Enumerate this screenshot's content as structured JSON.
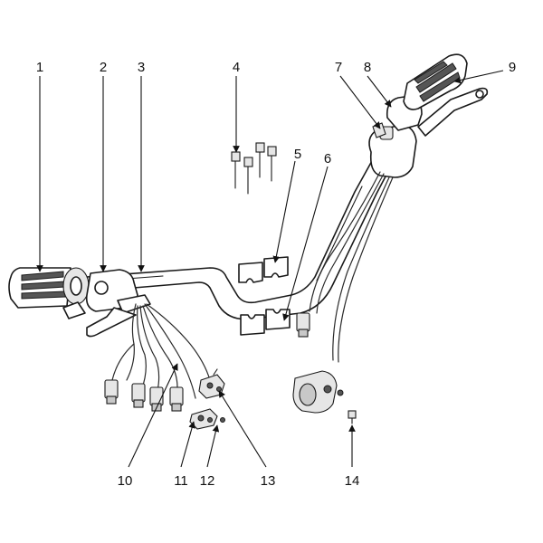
{
  "diagram": {
    "colors": {
      "line": "#1a1a1a",
      "grip": "#555555",
      "background": "#ffffff"
    },
    "labels": [
      {
        "id": "label-1",
        "text": "1"
      },
      {
        "id": "label-2",
        "text": "2"
      },
      {
        "id": "label-3",
        "text": "3"
      },
      {
        "id": "label-4",
        "text": "4"
      },
      {
        "id": "label-5",
        "text": "5"
      },
      {
        "id": "label-6",
        "text": "6"
      },
      {
        "id": "label-7",
        "text": "7"
      },
      {
        "id": "label-8",
        "text": "8"
      },
      {
        "id": "label-9",
        "text": "9"
      },
      {
        "id": "label-10",
        "text": "10"
      },
      {
        "id": "label-11",
        "text": "11"
      },
      {
        "id": "label-12",
        "text": "12"
      },
      {
        "id": "label-13",
        "text": "13"
      },
      {
        "id": "label-14",
        "text": "14"
      }
    ]
  }
}
